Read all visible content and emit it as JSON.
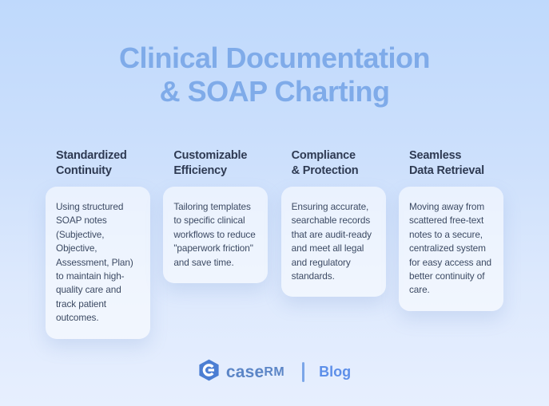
{
  "page": {
    "title_line1": "Clinical Documentation",
    "title_line2": "& SOAP Charting"
  },
  "columns": [
    {
      "heading_line1": "Standardized",
      "heading_line2": "Continuity",
      "body": "Using structured SOAP notes (Subjective, Objective, Assessment, Plan) to maintain high-quality care and track patient outcomes."
    },
    {
      "heading_line1": "Customizable",
      "heading_line2": "Efficiency",
      "body": "Tailoring templates to specific clinical workflows to reduce \"paperwork friction\" and save time."
    },
    {
      "heading_line1": "Compliance",
      "heading_line2": "& Protection",
      "body": "Ensuring accurate, searchable records that are audit-ready and meet all legal and regulatory standards."
    },
    {
      "heading_line1": "Seamless",
      "heading_line2": "Data Retrieval",
      "body": "Moving away from scattered free-text notes to a secure, centralized system for easy access and better continuity of care."
    }
  ],
  "footer": {
    "brand_part1": "case",
    "brand_part2": "RM",
    "divider": "|",
    "blog_label": "Blog",
    "logo_icon": "hexagon-c-icon"
  },
  "colors": {
    "background_top": "#bfd9fc",
    "background_bottom": "#e7effe",
    "title_blue": "#7fabe9",
    "heading_navy": "#2e3a52",
    "body_text": "#3c4a63",
    "card_background": "rgba(255,255,255,0.55)",
    "logo_hexagon_blue": "#4b7ed3",
    "wordmark_blue": "#5b85c6",
    "blog_blue": "#5d8fe9"
  }
}
